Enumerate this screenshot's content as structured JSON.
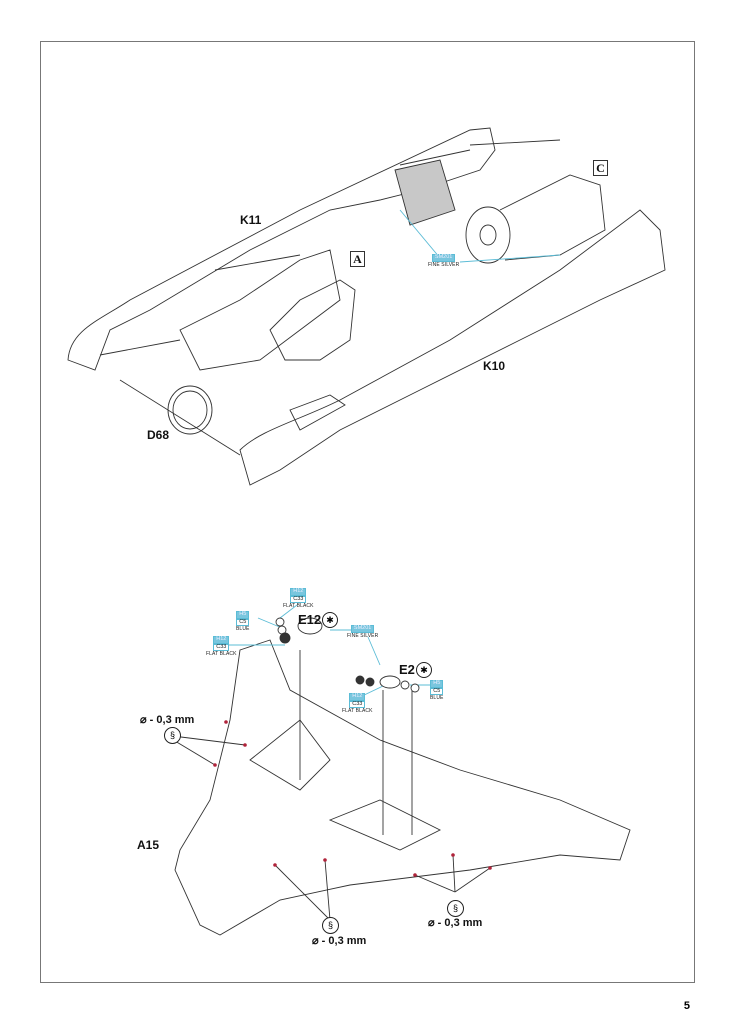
{
  "page": {
    "number": "5"
  },
  "top_assembly": {
    "parts": {
      "k11": "K11",
      "k10": "K10",
      "d68": "D68"
    },
    "ref_boxes": {
      "a": "A",
      "c": "C"
    },
    "paint": {
      "code": "SM201",
      "name": "FINE SILVER"
    }
  },
  "bottom_assembly": {
    "parts": {
      "e12": "E12",
      "e2": "E2",
      "a15": "A15"
    },
    "paints": [
      {
        "code1": "H12",
        "code2": "C33",
        "name": "FLAT BLACK"
      },
      {
        "code1": "H5",
        "code2": "C5",
        "name": "BLUE"
      },
      {
        "code1": "H12",
        "code2": "C33",
        "name": "FLAT BLACK"
      },
      {
        "code1": "SM201",
        "name": "FINE SILVER"
      },
      {
        "code1": "H12",
        "code2": "C33",
        "name": "FLAT BLACK"
      },
      {
        "code1": "H5",
        "code2": "C5",
        "name": "BLUE"
      }
    ],
    "drill_notes": [
      "⌀ - 0,3 mm",
      "⌀ - 0,3 mm",
      "⌀ - 0,3 mm"
    ],
    "icons": {
      "photo_etch": "star-badge-icon",
      "drill": "drill-bit-icon"
    }
  },
  "colors": {
    "callout": "#5bbcd6",
    "accent_fill": "#79c6de",
    "drill_point": "#b0233a",
    "line": "#333333"
  }
}
